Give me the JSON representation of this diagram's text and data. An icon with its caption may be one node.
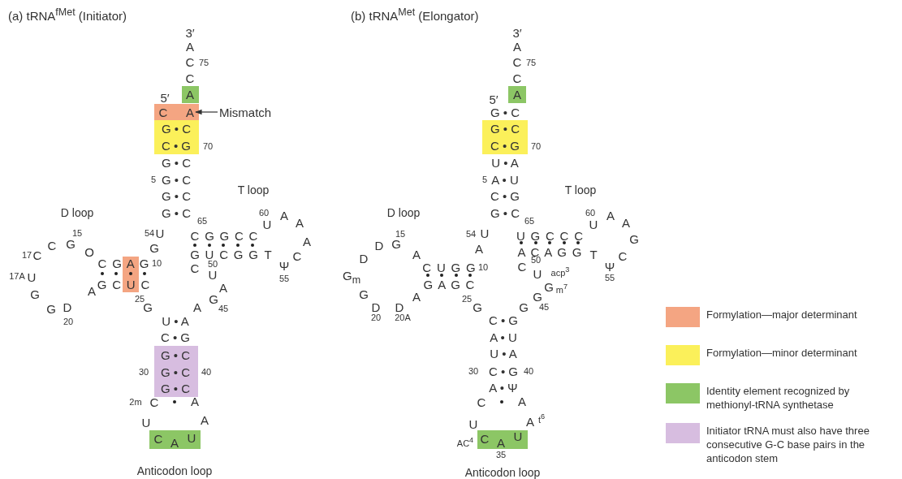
{
  "diagram": {
    "nodes": [
      {
        "text": [
          "A"
        ]
      },
      {
        "text": [
          "Mismatch"
        ]
      }
    ],
    "edges": [
      {
        "from": 1,
        "to": 0,
        "arrow": "to"
      }
    ],
    "labels": [
      "(a) tRNA$^{fMet}$ (Initiator)",
      "3′",
      "A",
      "C",
      "75",
      "C",
      "5′",
      "A",
      "C",
      "G • C",
      "C • G",
      "70",
      "G • C",
      "5",
      "G • C",
      "G • C",
      "T loop",
      "D loop",
      "G • C",
      "65",
      "60",
      "U",
      "A",
      "A",
      "15",
      "54",
      "U",
      "C G G C C",
      "C",
      "G",
      "G",
      "A",
      "17",
      "C",
      "O",
      "G U C G G",
      "T",
      "C",
      "C G A G",
      "10",
      "C",
      "50",
      "Ψ",
      "17A",
      "U",
      "U",
      "55",
      "G C U C",
      "A",
      "A",
      "G",
      "25",
      "G",
      "G",
      "D",
      "G",
      "A",
      "45",
      "20",
      "U • A",
      "C • G",
      "G • C",
      "30",
      "G • C",
      "40",
      "G • C",
      "2m",
      "C",
      "A",
      "U",
      "A",
      "C",
      "A",
      "U",
      "Anticodon loop",
      "(b) tRNA$^{Met}$ (Elongator)",
      "3′",
      "A",
      "C",
      "75",
      "C",
      "5′",
      "A",
      "G • C",
      "G • C",
      "C • G",
      "70",
      "U • A",
      "5",
      "A • U",
      "C • G",
      "T loop",
      "D loop",
      "G • C",
      "65",
      "60",
      "U",
      "A",
      "A",
      "15",
      "54",
      "U",
      "U G C C C",
      "D",
      "G",
      "G",
      "D",
      "A",
      "A",
      "A C A G G",
      "T",
      "C",
      "G$_{m}$",
      "C U G G",
      "10",
      "C",
      "50",
      "U",
      "acp$^{3}$",
      "Ψ",
      "55",
      "G A G C",
      "G",
      "m$^{7}$",
      "G",
      "A",
      "25",
      "G",
      "D",
      "D",
      "G",
      "G",
      "45",
      "20",
      "20A",
      "C • G",
      "A • U",
      "U • A",
      "30",
      "C • G",
      "40",
      "A • Ψ",
      "C",
      "A",
      "U",
      "A",
      "t$^{6}$",
      "AC$^{4}$",
      "C",
      "A",
      "U",
      "35",
      "Anticodon loop"
    ],
    "legend": [
      {
        "text": "Formylation—major determinant",
        "color": "#f4a582"
      },
      {
        "text": "Formylation—minor determinant",
        "color": "#fbf05a"
      },
      {
        "text": "Identity element recognized by methionyl-tRNA synthetase",
        "color": "#8cc665"
      },
      {
        "text": "Initiator tRNA must also have three consecutive G-C base pairs in the anticodon stem",
        "color": "#d7bde0"
      }
    ]
  }
}
